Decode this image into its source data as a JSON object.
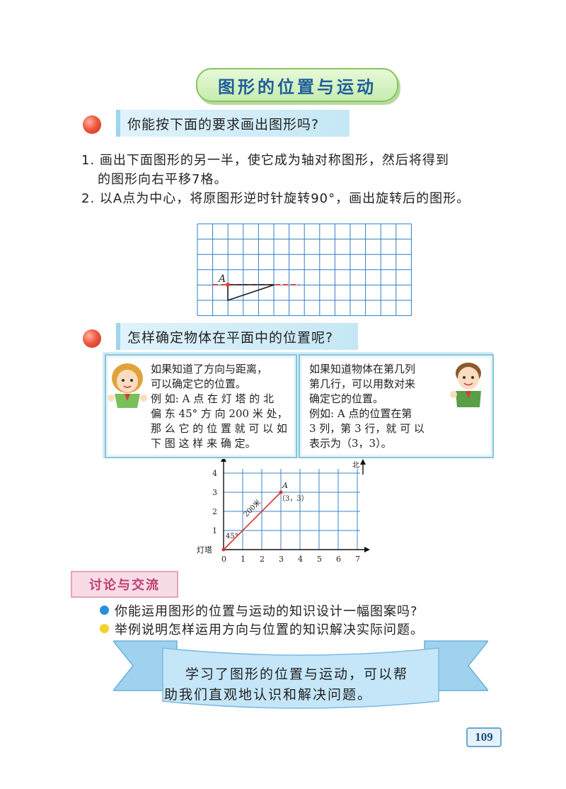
{
  "title": "图形的位置与运动",
  "section1": {
    "prompt": "你能按下面的要求画出图形吗?",
    "q1_line1": "1. 画出下面图形的另一半，使它成为轴对称图形，然后将得到",
    "q1_line2": "的图形向右平移7格。",
    "q2": "2. 以A点为中心，将原图形逆时针旋转90°，画出旋转后的图形。",
    "grid_point_label": "A"
  },
  "section2": {
    "prompt": "怎样确定物体在平面中的位置呢?",
    "left_speech": [
      "如果知道了方向与距离，",
      "可以确定它的位置。",
      "例 如: A 点 在 灯 塔 的 北",
      "偏 东 45° 方 向 200 米 处，",
      "那 么 它 的 位 置 就 可 以 如",
      "下 图 这 样 来 确 定。"
    ],
    "right_speech": [
      "如果知道物体在第几列",
      "第几行，可以用数对来",
      "确定它的位置。",
      "例如: A 点的位置在第",
      "3 列，第 3 行，就 可 以",
      "表示为（3，3）。"
    ]
  },
  "chart_data": {
    "type": "line",
    "x_ticks": [
      "0",
      "1",
      "2",
      "3",
      "4",
      "5",
      "6",
      "7"
    ],
    "y_ticks": [
      "1",
      "2",
      "3",
      "4"
    ],
    "xlim": [
      0,
      7
    ],
    "ylim": [
      0,
      4
    ],
    "grid": true,
    "series": [
      {
        "x": [
          0,
          3
        ],
        "y": [
          0,
          3
        ]
      }
    ],
    "origin_label": "灯塔",
    "north_label": "北",
    "point_label": "A",
    "point_coord": "（3，3）",
    "distance_label": "200米",
    "angle_label": "45°",
    "line_color": "#d9332b"
  },
  "discussion": {
    "label": "讨论与交流",
    "items": [
      "你能运用图形的位置与运动的知识设计一幅图案吗?",
      "举例说明怎样运用方向与位置的知识解决实际问题。"
    ],
    "bullet_colors": [
      "#2a8fd8",
      "#f2d22a"
    ]
  },
  "banner": {
    "line1": "学习了图形的位置与运动，可以帮",
    "line2": "助我们直观地认识和解决问题。"
  },
  "page_number": "109"
}
